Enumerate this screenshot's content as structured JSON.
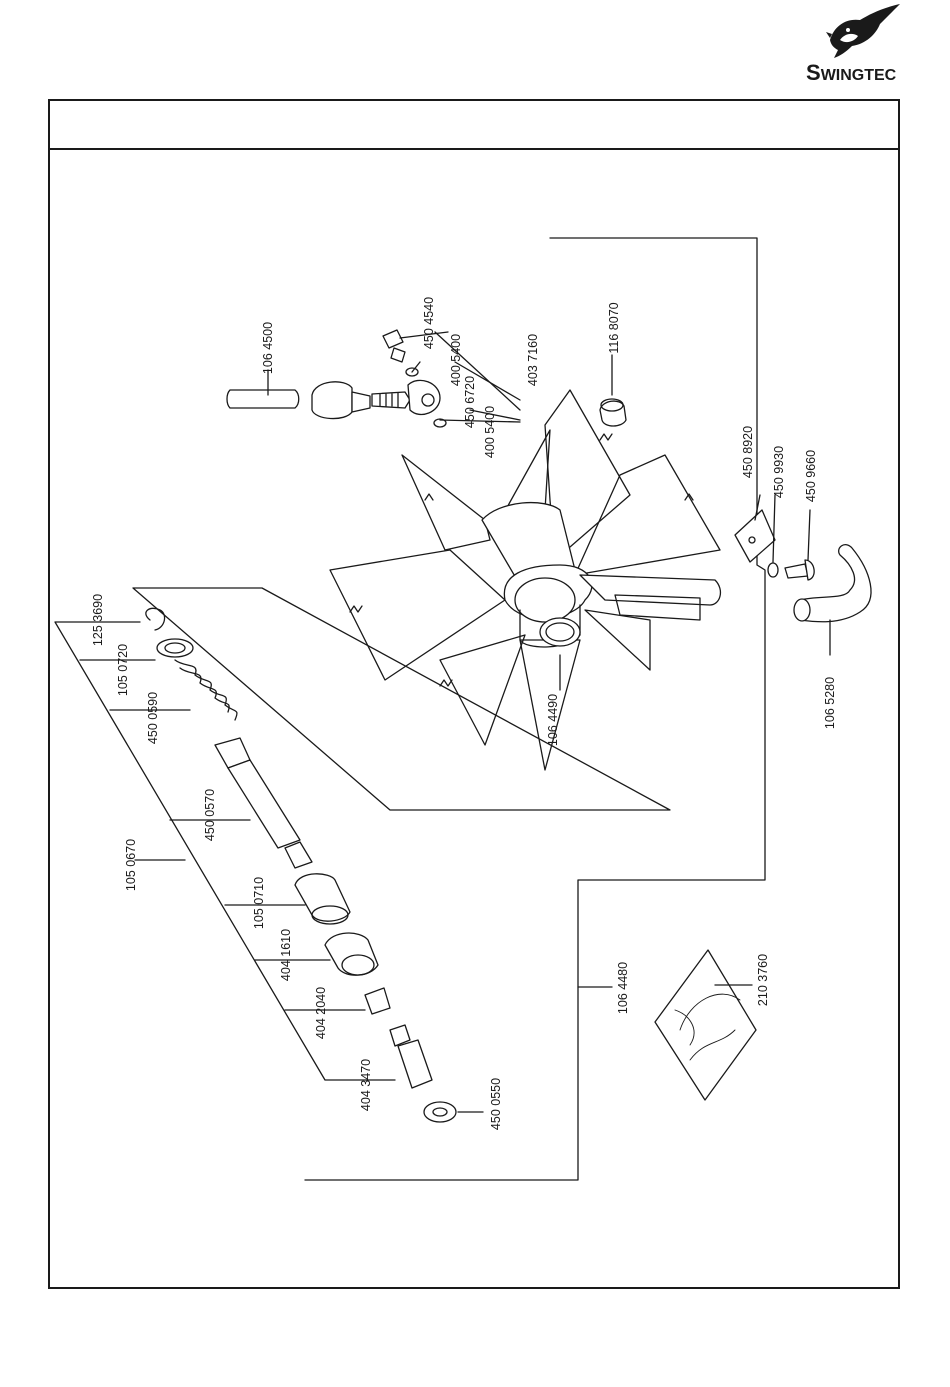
{
  "brand": {
    "name_big_s": "S",
    "name_rest": "WINGTEC",
    "logo_icon": "bird-icon"
  },
  "parts": [
    {
      "id": "p1064500",
      "label": "106 4500"
    },
    {
      "id": "p4504540",
      "label": "450 4540"
    },
    {
      "id": "p4005400a",
      "label": "400 5400"
    },
    {
      "id": "p4506720",
      "label": "450 6720"
    },
    {
      "id": "p4005400b",
      "label": "400 5400"
    },
    {
      "id": "p4037160",
      "label": "403 7160"
    },
    {
      "id": "p1168070",
      "label": "116 8070"
    },
    {
      "id": "p4508920",
      "label": "450 8920"
    },
    {
      "id": "p4509930",
      "label": "450 9930"
    },
    {
      "id": "p4509660",
      "label": "450 9660"
    },
    {
      "id": "p1065280",
      "label": "106 5280"
    },
    {
      "id": "p1064490",
      "label": "106 4490"
    },
    {
      "id": "p1253690",
      "label": "125 3690"
    },
    {
      "id": "p1050720",
      "label": "105 0720"
    },
    {
      "id": "p4500590",
      "label": "450 0590"
    },
    {
      "id": "p4500570",
      "label": "450 0570"
    },
    {
      "id": "p1050670",
      "label": "105 0670"
    },
    {
      "id": "p1050710",
      "label": "105 0710"
    },
    {
      "id": "p4041610",
      "label": "404 1610"
    },
    {
      "id": "p4042040",
      "label": "404 2040"
    },
    {
      "id": "p4043470",
      "label": "404 3470"
    },
    {
      "id": "p4500550",
      "label": "450 0550"
    },
    {
      "id": "p1064480",
      "label": "106 4480"
    },
    {
      "id": "p2103760",
      "label": "210 3760"
    }
  ]
}
